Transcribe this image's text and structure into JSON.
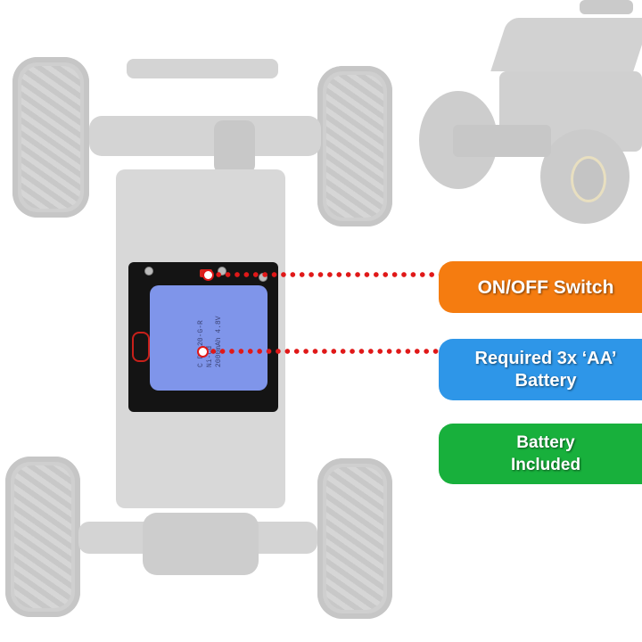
{
  "callouts": {
    "switch": {
      "label": "ON/OFF Switch",
      "color": "#f57c10"
    },
    "battery_required": {
      "line1": "Required 3x ‘AA’",
      "line2": "Battery",
      "color": "#2e96e8"
    },
    "battery_included": {
      "line1": "Battery",
      "line2": "Included",
      "color": "#18b03c"
    }
  },
  "battery_pack": {
    "label_line1": "C DC-20-G-R",
    "label_line2": "Ni-Cd 2000mAh 4.8V",
    "color": "#7f95ea"
  },
  "connector_color": "#e01818"
}
